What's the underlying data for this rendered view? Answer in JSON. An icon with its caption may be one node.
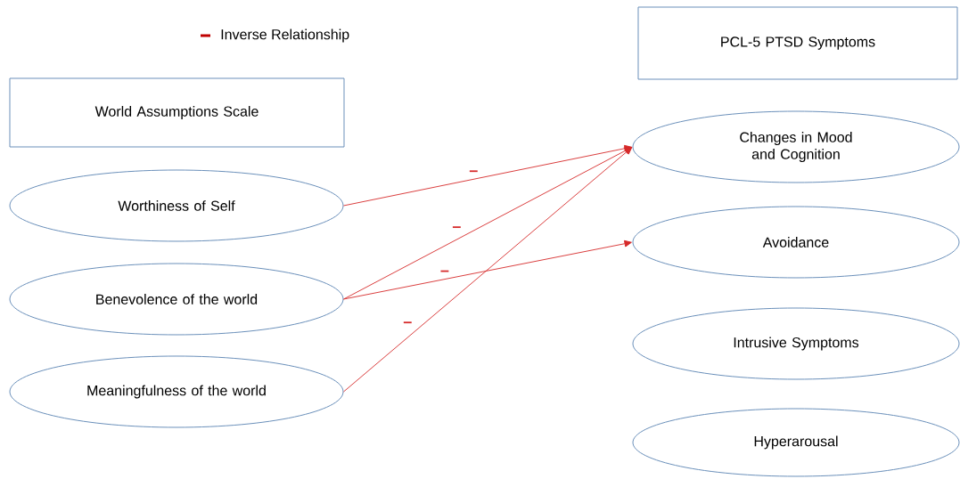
{
  "diagram": {
    "nodes": [
      {
        "text": [
          "World Assumptions Scale"
        ]
      },
      {
        "text": [
          "Worthiness of Self"
        ]
      },
      {
        "text": [
          "Benevolence of the world"
        ]
      },
      {
        "text": [
          "Meaningfulness of the world"
        ]
      },
      {
        "text": [
          "PCL-5 PTSD Symptoms"
        ]
      },
      {
        "text": [
          "Changes in Mood and Cognition"
        ]
      },
      {
        "text": [
          "Avoidance"
        ]
      },
      {
        "text": [
          "Intrusive Symptoms"
        ]
      },
      {
        "text": [
          "Hyperarousal"
        ]
      }
    ],
    "edges": [
      {
        "from": 1,
        "to": 5,
        "arrow": "to",
        "label": "–"
      },
      {
        "from": 2,
        "to": 5,
        "arrow": "to",
        "label": "–"
      },
      {
        "from": 2,
        "to": 6,
        "arrow": "to",
        "label": "–"
      },
      {
        "from": 3,
        "to": 5,
        "arrow": "to",
        "label": "–"
      }
    ],
    "legend": [
      {
        "text": "Inverse Relationship",
        "color": "#c00000"
      }
    ]
  }
}
